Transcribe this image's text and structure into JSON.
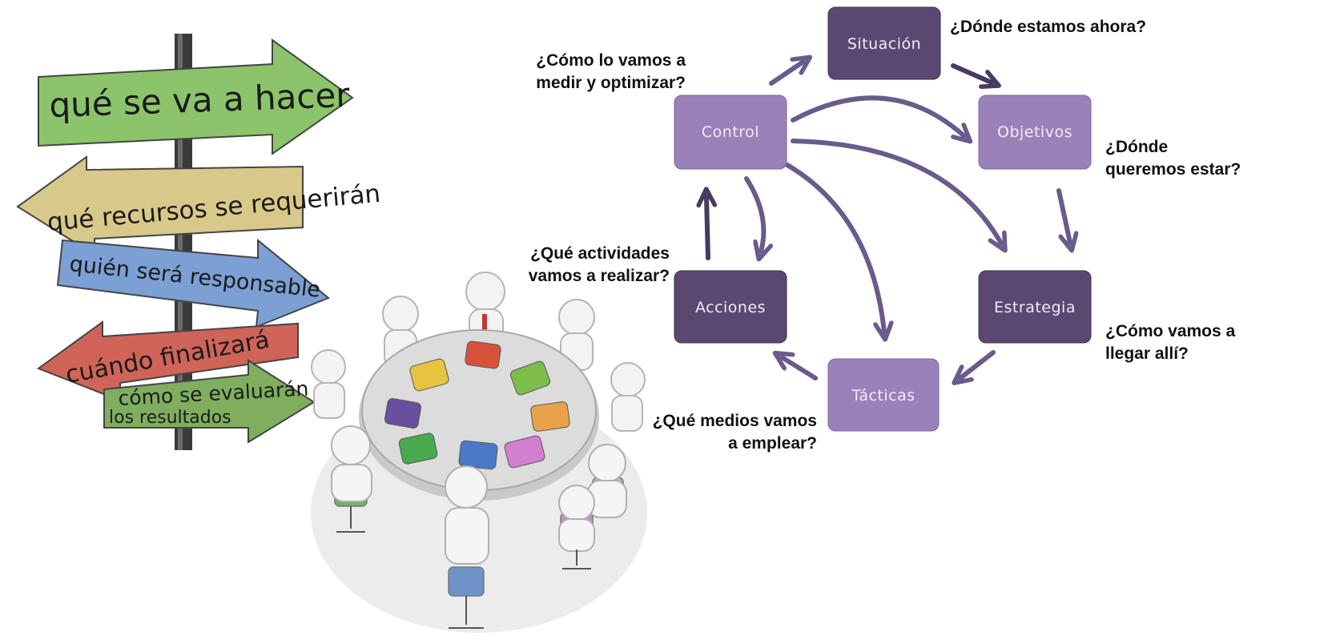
{
  "signpost": {
    "signs": [
      {
        "text": "qué se va a hacer",
        "color": "#8cc46b"
      },
      {
        "text": "qué recursos se requerirán",
        "color": "#d8c98a"
      },
      {
        "text": "quién será responsable",
        "color": "#7c9fd4"
      },
      {
        "text": "cuándo finalizará",
        "color": "#d06458"
      },
      {
        "text": "cómo se evaluarán",
        "color": "#7fae5e"
      },
      {
        "text": "los resultados",
        "color": "#7fae5e"
      }
    ]
  },
  "cycle": {
    "colors": {
      "dark": "#5b4872",
      "light": "#9a82b8",
      "arrow": "#6b5a8c"
    },
    "nodes": [
      {
        "id": "situacion",
        "label": "Situación",
        "shade": "dark"
      },
      {
        "id": "objetivos",
        "label": "Objetivos",
        "shade": "light"
      },
      {
        "id": "estrategia",
        "label": "Estrategia",
        "shade": "dark"
      },
      {
        "id": "tacticas",
        "label": "Tácticas",
        "shade": "light"
      },
      {
        "id": "acciones",
        "label": "Acciones",
        "shade": "dark"
      },
      {
        "id": "control",
        "label": "Control",
        "shade": "light"
      }
    ],
    "questions": {
      "situacion": [
        "¿Dónde estamos ahora?"
      ],
      "objetivos": [
        "¿Dónde",
        "queremos estar?"
      ],
      "estrategia": [
        "¿Cómo vamos a",
        "llegar allí?"
      ],
      "tacticas": [
        "¿Qué medios vamos",
        "a emplear?"
      ],
      "acciones": [
        "¿Qué actividades",
        "vamos a realizar?"
      ],
      "control": [
        "¿Cómo lo vamos a",
        "medir y optimizar?"
      ]
    }
  }
}
